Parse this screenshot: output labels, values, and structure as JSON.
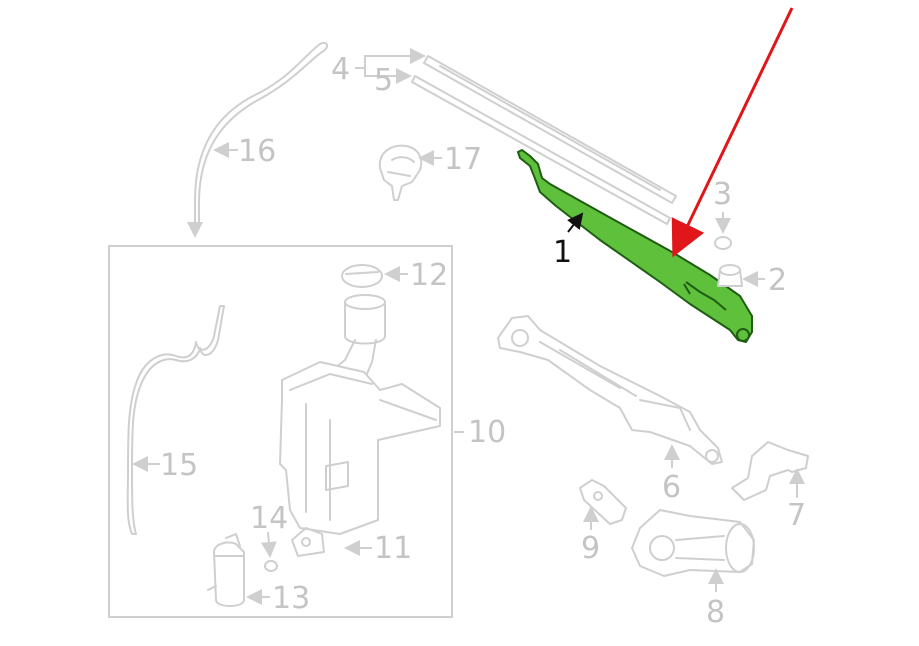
{
  "colors": {
    "part_outline": "#cfcfcf",
    "label_gray": "#c4c4c4",
    "highlight_fill": "#5fc03c",
    "highlight_stroke": "#1f5e12",
    "pointer_arrow": "#e0161a",
    "label_dark": "#111111"
  },
  "highlighted_part": "1",
  "callouts": {
    "c1": "1",
    "c2": "2",
    "c3": "3",
    "c4": "4",
    "c5": "5",
    "c6": "6",
    "c7": "7",
    "c8": "8",
    "c9": "9",
    "c10": "10",
    "c11": "11",
    "c12": "12",
    "c13": "13",
    "c14": "14",
    "c15": "15",
    "c16": "16",
    "c17": "17"
  }
}
